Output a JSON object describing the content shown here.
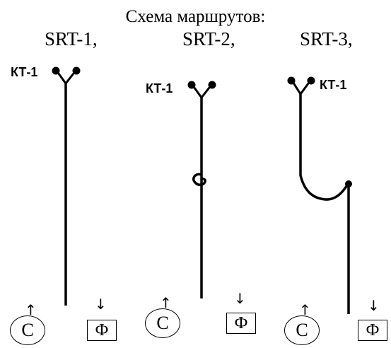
{
  "title": "Схема маршрутов:",
  "routes": [
    {
      "label": "SRT-1,",
      "start": "КТ-1",
      "start_symbol": "C",
      "finish_symbol": "Ф",
      "start_arrow": "↑",
      "finish_arrow": "↓"
    },
    {
      "label": "SRT-2,",
      "start": "КТ-1",
      "start_symbol": "C",
      "finish_symbol": "Ф",
      "start_arrow": "↑",
      "finish_arrow": "↓"
    },
    {
      "label": "SRT-3,",
      "start": "КТ-1",
      "start_symbol": "C",
      "finish_symbol": "Ф",
      "start_arrow": "↑",
      "finish_arrow": "↓"
    }
  ],
  "colors": {
    "line": "#000000",
    "background": "#ffffff"
  }
}
